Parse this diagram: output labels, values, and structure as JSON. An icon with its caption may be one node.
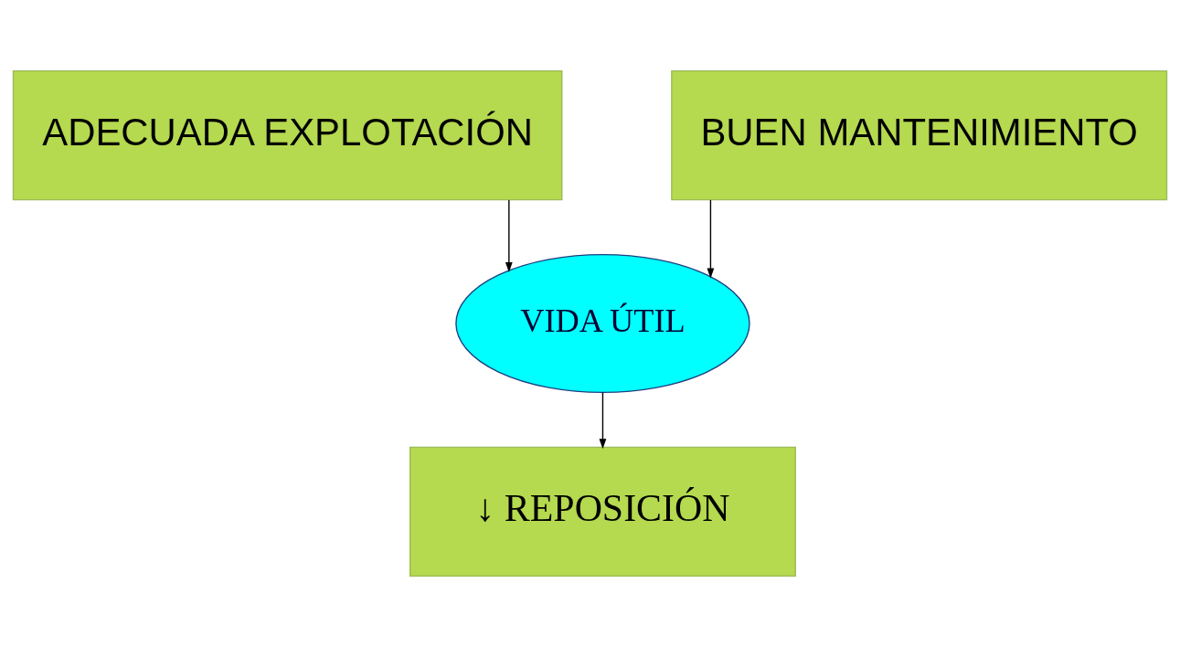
{
  "diagram": {
    "nodes": [
      {
        "text": [
          "ADECUADA EXPLOTACIÓN"
        ]
      },
      {
        "text": [
          "BUEN MANTENIMIENTO"
        ]
      },
      {
        "text": [
          "VIDA ÚTIL"
        ]
      },
      {
        "text": [
          "↓ REPOSICIÓN"
        ]
      }
    ],
    "edges": [
      {
        "from": 0,
        "to": 2,
        "arrow": "to"
      },
      {
        "from": 1,
        "to": 2,
        "arrow": "to"
      },
      {
        "from": 2,
        "to": 3,
        "arrow": "to"
      }
    ]
  }
}
